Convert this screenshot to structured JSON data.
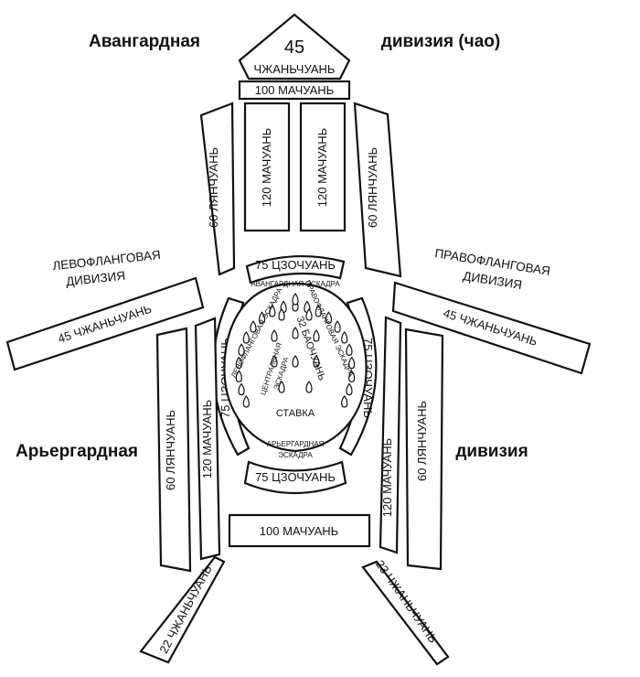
{
  "headings": {
    "vanguard_left": "Авангардная",
    "vanguard_right": "дивизия (чао)",
    "rear_left": "Арьергардная",
    "rear_right": "дивизия"
  },
  "flanks": {
    "left_line1": "ЛЕВОФЛАНГОВАЯ",
    "left_line2": "ДИВИЗИЯ",
    "right_line1": "ПРАВОФЛАНГОВАЯ",
    "right_line2": "ДИВИЗИЯ"
  },
  "vanguard": {
    "count": "45",
    "unit": "ЧЖАНЬЧУАНЬ",
    "bar": "100 МАЧУАНЬ",
    "col_left": "120 МАЧУАНЬ",
    "col_right": "120 МАЧУАНЬ",
    "wing_left": "60 ЛЯНЧУАНЬ",
    "wing_right": "60 ЛЯНЧУАНЬ"
  },
  "flank_bars": {
    "left": "45 ЧЖАНЬЧУАНЬ",
    "right": "45 ЧЖАНЬЧУАНЬ"
  },
  "center": {
    "top_arc": "75 ЦЗОЧУАНЬ",
    "bottom_arc": "75 ЦЗОЧУАНЬ",
    "left_arc": "75 ЦЗОЧУАНЬ",
    "right_arc": "75 ЦЗОЧУАНЬ",
    "vanguard_squadron": "АВАНГАРДНАЯ ЭСКАДРА",
    "left_squadron": "ЛЕВОФЛАНГОВАЯ ЭСКАДРА",
    "right_squadron": "ПРАВОФЛАНГОВАЯ ЭСКАДРА",
    "central_line1": "ЦЕНТРАЛЬНАЯ",
    "central_line2": "ЭСКАДРА",
    "middle_count": "32 БАОЧУАНЬ",
    "headquarters": "СТАВКА",
    "rear_line1": "АРЬЕРГАРДНАЯ",
    "rear_line2": "ЭСКАДРА"
  },
  "rear": {
    "outer_left": "60 ЛЯНЧУАНЬ",
    "inner_left": "120 МАЧУАНЬ",
    "inner_right": "120 МАЧУАНЬ",
    "outer_right": "60 ЛЯНЧУАНЬ",
    "bar": "100 МАЧУАНЬ",
    "tail_left": "22 ЧЖАНЬЧУАНЬ",
    "tail_right": "23 ЧЖАНЬЧУАНЬ"
  }
}
